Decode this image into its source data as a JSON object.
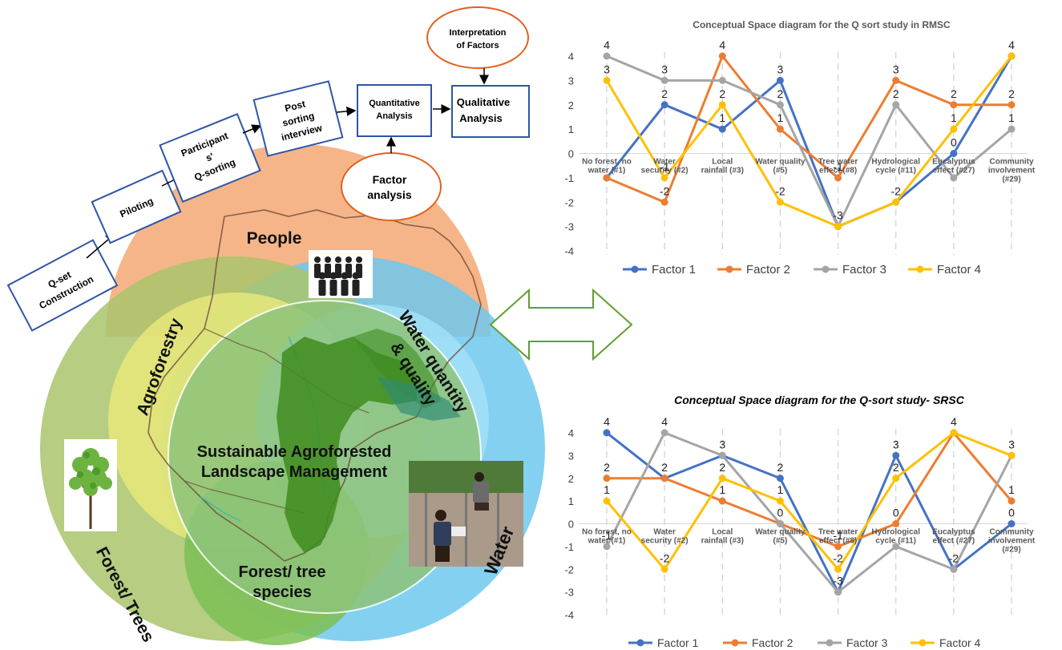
{
  "flow": {
    "q_set": [
      "Q-set",
      "Construction"
    ],
    "piloting": "Piloting",
    "participant": [
      "Participant",
      "s'",
      "Q-sorting"
    ],
    "post": [
      "Post",
      "sorting",
      "interview"
    ],
    "quant": [
      "Quantitative",
      "Analysis"
    ],
    "qual": [
      "Qualitative",
      "Analysis"
    ],
    "interpretation": [
      "Interpretation",
      "of Factors"
    ],
    "factor": [
      "Factor",
      "analysis"
    ]
  },
  "venn": {
    "people": "People",
    "agroforestry": "Agroforestry",
    "water_qq": [
      "Water quantity",
      "& quality"
    ],
    "water": "Water",
    "forest_trees": "Forest/ Trees",
    "forest_species": [
      "Forest/ tree",
      "species"
    ],
    "center": [
      "Sustainable Agroforested",
      "Landscape Management"
    ]
  },
  "colors": {
    "factor1": "#4472C4",
    "factor2": "#ED7D31",
    "factor3": "#A5A5A5",
    "factor4": "#FFC000",
    "people": "#F4B183",
    "water": "#6FC8EE",
    "forest": "#A9C46C",
    "agroforestry": "#E8E87A",
    "flow_border": "#2F55A6",
    "oval_border": "#E0621E",
    "arrow": "#5FA033"
  },
  "chart_data": [
    {
      "type": "line",
      "title": "Conceptual Space diagram for the Q sort study in RMSC",
      "categories": [
        "No forest, no water (#1)",
        "Water security (#2)",
        "Local rainfall (#3)",
        "Water quality (#5)",
        "Tree water effect (#8)",
        "Hydrological cycle (#11)",
        "Eucalyptus effect (#27)",
        "Community involvement (#29)"
      ],
      "ylim": [
        -4,
        4
      ],
      "yticks": [
        "-4",
        "-3",
        "-2",
        "-1",
        "0",
        "1",
        "2",
        "3",
        "4"
      ],
      "grid": false,
      "legend_position": "bottom",
      "series": [
        {
          "name": "Factor 1",
          "values": [
            -1,
            2,
            1,
            3,
            -3,
            -2,
            0,
            4
          ]
        },
        {
          "name": "Factor 2",
          "values": [
            -1,
            -2,
            4,
            1,
            -1,
            3,
            2,
            2
          ]
        },
        {
          "name": "Factor 3",
          "values": [
            4,
            3,
            3,
            2,
            -3,
            2,
            -1,
            1
          ]
        },
        {
          "name": "Factor 4",
          "values": [
            3,
            -1,
            2,
            -2,
            -3,
            -2,
            1,
            4
          ]
        }
      ],
      "data_labels": [
        {
          "cat": 0,
          "text": "4",
          "val": 4
        },
        {
          "cat": 0,
          "text": "3",
          "val": 3
        },
        {
          "cat": 1,
          "text": "3",
          "val": 3
        },
        {
          "cat": 1,
          "text": "2",
          "val": 2
        },
        {
          "cat": 1,
          "text": "-1",
          "val": -1
        },
        {
          "cat": 1,
          "text": "-2",
          "val": -2
        },
        {
          "cat": 2,
          "text": "4",
          "val": 4
        },
        {
          "cat": 2,
          "text": "2",
          "val": 2
        },
        {
          "cat": 2,
          "text": "1",
          "val": 1
        },
        {
          "cat": 3,
          "text": "3",
          "val": 3
        },
        {
          "cat": 3,
          "text": "2",
          "val": 2
        },
        {
          "cat": 3,
          "text": "1",
          "val": 1
        },
        {
          "cat": 3,
          "text": "-2",
          "val": -2
        },
        {
          "cat": 4,
          "text": "-1",
          "val": -1
        },
        {
          "cat": 4,
          "text": "-3",
          "val": -3
        },
        {
          "cat": 5,
          "text": "3",
          "val": 3
        },
        {
          "cat": 5,
          "text": "2",
          "val": 2
        },
        {
          "cat": 5,
          "text": "-2",
          "val": -2
        },
        {
          "cat": 6,
          "text": "2",
          "val": 2
        },
        {
          "cat": 6,
          "text": "1",
          "val": 1
        },
        {
          "cat": 6,
          "text": "0",
          "val": 0
        },
        {
          "cat": 7,
          "text": "4",
          "val": 4
        },
        {
          "cat": 7,
          "text": "2",
          "val": 2
        },
        {
          "cat": 7,
          "text": "1",
          "val": 1
        }
      ]
    },
    {
      "type": "line",
      "title": "Conceptual Space diagram for the Q-sort study- SRSC",
      "categories": [
        "No forest, no water (#1)",
        "Water security (#2)",
        "Local rainfall (#3)",
        "Water quality (#5)",
        "Tree water effect (#8)",
        "Hydrological cycle (#11)",
        "Eucalyptus effect (#27)",
        "Community involvement (#29)"
      ],
      "ylim": [
        -4,
        4
      ],
      "yticks": [
        "-4",
        "-3",
        "-2",
        "-1",
        "0",
        "1",
        "2",
        "3",
        "4"
      ],
      "grid": false,
      "legend_position": "bottom",
      "series": [
        {
          "name": "Factor 1",
          "values": [
            4,
            2,
            3,
            2,
            -3,
            3,
            -2,
            0
          ]
        },
        {
          "name": "Factor 2",
          "values": [
            2,
            2,
            1,
            0,
            -1,
            0,
            4,
            1
          ]
        },
        {
          "name": "Factor 3",
          "values": [
            -1,
            4,
            3,
            0,
            -3,
            -1,
            -2,
            3
          ]
        },
        {
          "name": "Factor 4",
          "values": [
            1,
            -2,
            2,
            1,
            -2,
            2,
            4,
            3
          ]
        }
      ],
      "data_labels": [
        {
          "cat": 0,
          "text": "4",
          "val": 4
        },
        {
          "cat": 0,
          "text": "2",
          "val": 2
        },
        {
          "cat": 0,
          "text": "1",
          "val": 1
        },
        {
          "cat": 0,
          "text": "-1",
          "val": -1
        },
        {
          "cat": 1,
          "text": "4",
          "val": 4
        },
        {
          "cat": 1,
          "text": "2",
          "val": 2
        },
        {
          "cat": 1,
          "text": "-2",
          "val": -2
        },
        {
          "cat": 2,
          "text": "3",
          "val": 3
        },
        {
          "cat": 2,
          "text": "2",
          "val": 2
        },
        {
          "cat": 2,
          "text": "1",
          "val": 1
        },
        {
          "cat": 3,
          "text": "2",
          "val": 2
        },
        {
          "cat": 3,
          "text": "1",
          "val": 1
        },
        {
          "cat": 3,
          "text": "0",
          "val": 0
        },
        {
          "cat": 4,
          "text": "-1",
          "val": -1
        },
        {
          "cat": 4,
          "text": "-2",
          "val": -2
        },
        {
          "cat": 4,
          "text": "-3",
          "val": -3
        },
        {
          "cat": 5,
          "text": "3",
          "val": 3
        },
        {
          "cat": 5,
          "text": "2",
          "val": 2
        },
        {
          "cat": 5,
          "text": "0",
          "val": 0
        },
        {
          "cat": 6,
          "text": "4",
          "val": 4
        },
        {
          "cat": 6,
          "text": "-2",
          "val": -2
        },
        {
          "cat": 7,
          "text": "3",
          "val": 3
        },
        {
          "cat": 7,
          "text": "1",
          "val": 1
        },
        {
          "cat": 7,
          "text": "0",
          "val": 0
        }
      ]
    }
  ]
}
